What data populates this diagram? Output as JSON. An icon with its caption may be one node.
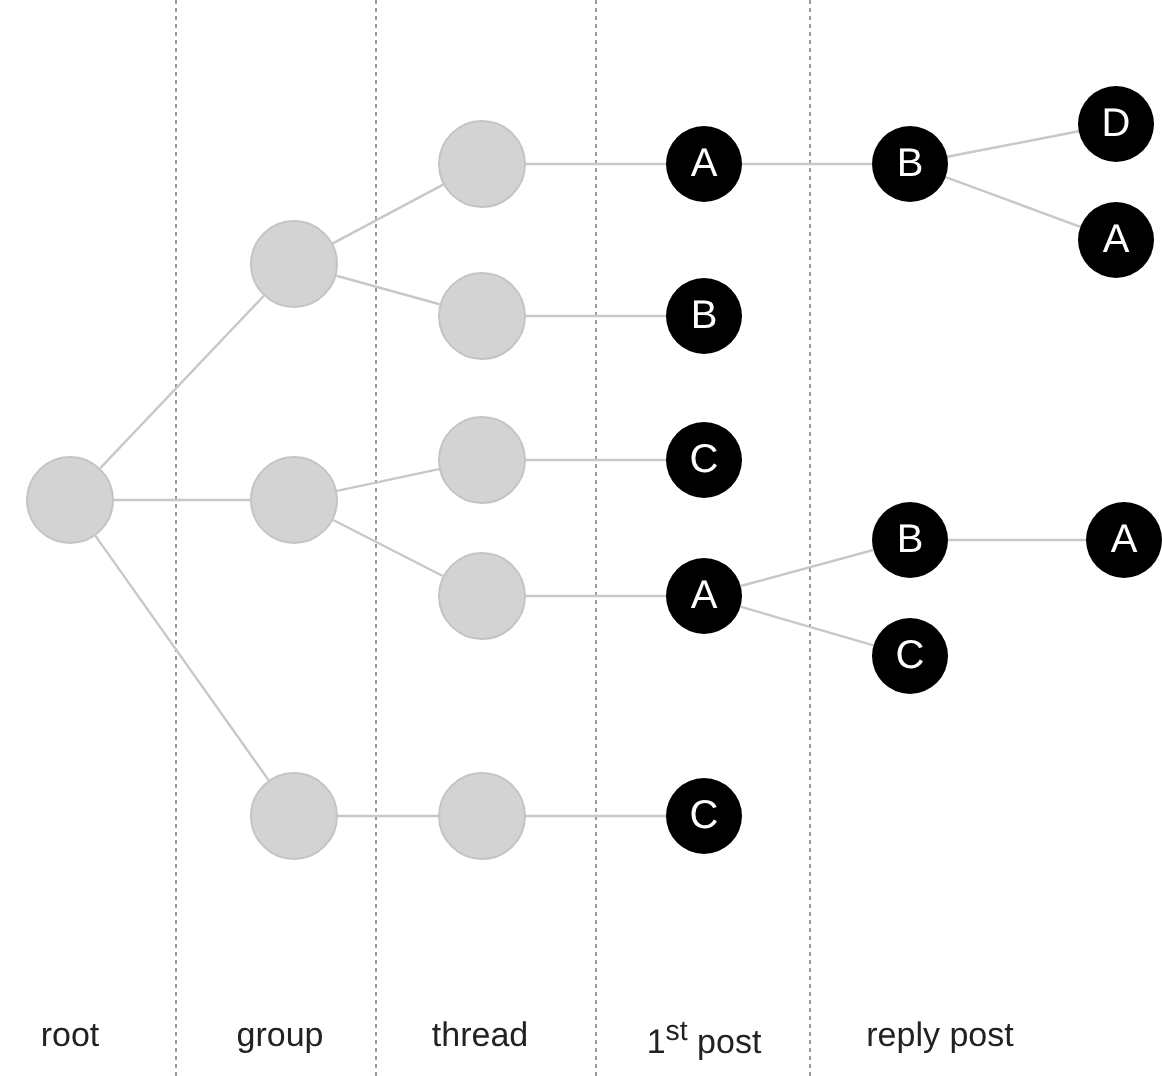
{
  "diagram": {
    "nodes": [
      {
        "text": [],
        "shape": "circle"
      },
      {
        "text": [],
        "shape": "circle"
      },
      {
        "text": [],
        "shape": "circle"
      },
      {
        "text": [],
        "shape": "circle"
      },
      {
        "text": [],
        "shape": "circle"
      },
      {
        "text": [],
        "shape": "circle"
      },
      {
        "text": [],
        "shape": "circle"
      },
      {
        "text": [],
        "shape": "circle"
      },
      {
        "text": [],
        "shape": "circle"
      },
      {
        "text": [
          "A"
        ]
      },
      {
        "text": [
          "B"
        ]
      },
      {
        "text": [
          "C"
        ]
      },
      {
        "text": [
          "A"
        ]
      },
      {
        "text": [
          "C"
        ]
      },
      {
        "text": [
          "B"
        ]
      },
      {
        "text": [
          "D"
        ]
      },
      {
        "text": [
          "A"
        ]
      },
      {
        "text": [
          "B"
        ]
      },
      {
        "text": [
          "C"
        ]
      },
      {
        "text": [
          "A"
        ]
      }
    ],
    "edges": [
      {
        "from": 0,
        "to": 1,
        "arrow": "none"
      },
      {
        "from": 0,
        "to": 2,
        "arrow": "none"
      },
      {
        "from": 0,
        "to": 3,
        "arrow": "none"
      },
      {
        "from": 1,
        "to": 4,
        "arrow": "none"
      },
      {
        "from": 1,
        "to": 5,
        "arrow": "none"
      },
      {
        "from": 2,
        "to": 6,
        "arrow": "none"
      },
      {
        "from": 2,
        "to": 7,
        "arrow": "none"
      },
      {
        "from": 3,
        "to": 8,
        "arrow": "none"
      },
      {
        "from": 4,
        "to": 9,
        "arrow": "none"
      },
      {
        "from": 5,
        "to": 10,
        "arrow": "none"
      },
      {
        "from": 6,
        "to": 11,
        "arrow": "none"
      },
      {
        "from": 7,
        "to": 12,
        "arrow": "none"
      },
      {
        "from": 8,
        "to": 13,
        "arrow": "none"
      },
      {
        "from": 9,
        "to": 14,
        "arrow": "none"
      },
      {
        "from": 14,
        "to": 15,
        "arrow": "none"
      },
      {
        "from": 14,
        "to": 16,
        "arrow": "none"
      },
      {
        "from": 12,
        "to": 17,
        "arrow": "none"
      },
      {
        "from": 12,
        "to": 18,
        "arrow": "none"
      },
      {
        "from": 17,
        "to": 19,
        "arrow": "none"
      }
    ],
    "labels": [
      "root",
      "group",
      "thread",
      "1$^{st}$ post",
      "reply post"
    ]
  }
}
